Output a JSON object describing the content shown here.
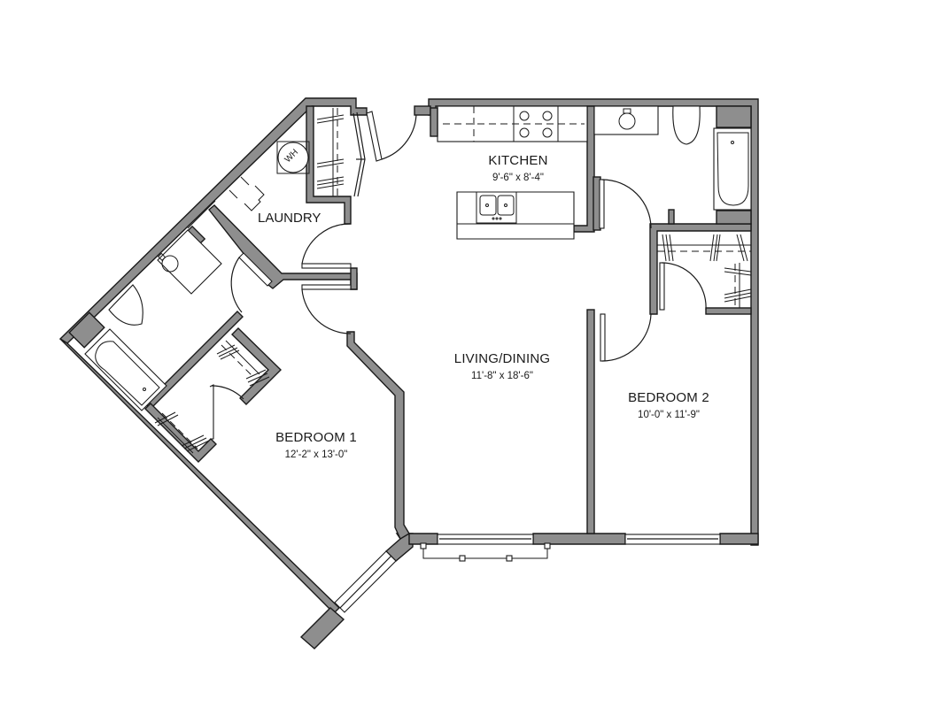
{
  "floorplan": {
    "colors": {
      "wall": "#8e8e8e",
      "line": "#1a1a1a",
      "background": "#ffffff"
    },
    "rooms": [
      {
        "id": "kitchen",
        "name": "KITCHEN",
        "dimensions": "9'-6\" x 8'-4\""
      },
      {
        "id": "laundry",
        "name": "LAUNDRY"
      },
      {
        "id": "living_dining",
        "name": "LIVING/DINING",
        "dimensions": "11'-8\" x 18'-6\""
      },
      {
        "id": "bedroom_1",
        "name": "BEDROOM 1",
        "dimensions": "12'-2\" x 13'-0\""
      },
      {
        "id": "bedroom_2",
        "name": "BEDROOM 2",
        "dimensions": "10'-0\" x 11'-9\""
      }
    ],
    "fixtures": {
      "water_heater": "WH"
    }
  }
}
